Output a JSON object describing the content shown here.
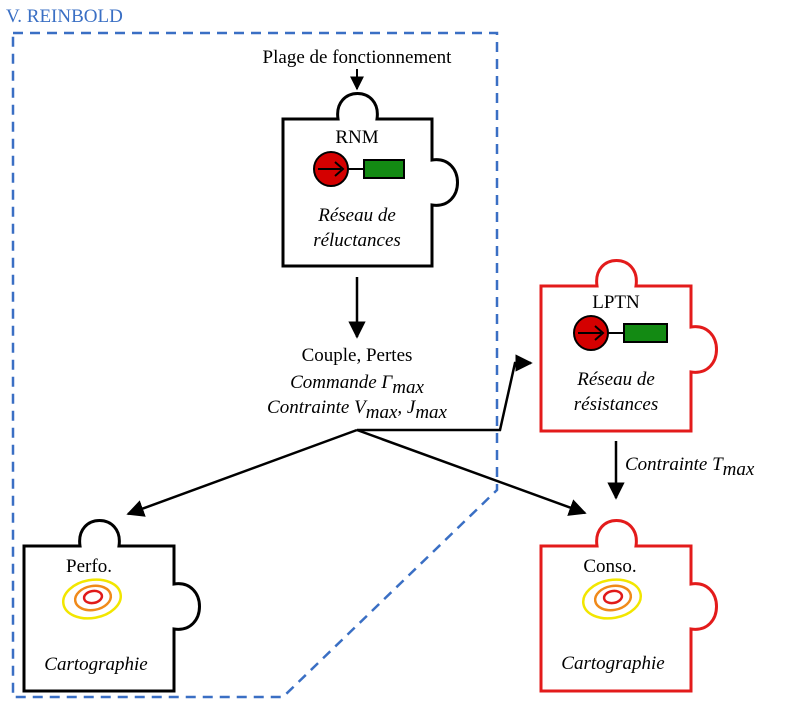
{
  "author": "V. REINBOLD",
  "top_input": "Plage de fonctionnement",
  "blocks": {
    "rnm": {
      "title": "RNM",
      "line1": "Réseau de",
      "line2": "réluctances"
    },
    "lptn": {
      "title": "LPTN",
      "line1": "Réseau de",
      "line2": "résistances"
    },
    "perfo": {
      "title": "Perfo.",
      "caption": "Cartographie"
    },
    "conso": {
      "title": "Conso.",
      "caption": "Cartographie"
    }
  },
  "outputs": {
    "line1": "Couple, Pertes",
    "line2_main": "Commande Γ",
    "line2_sub": "max",
    "line3_main": "Contrainte V",
    "line3_sub": "max",
    "line3_sep": ", J",
    "line3_sub2": "max"
  },
  "thermal": {
    "main": "Contrainte T",
    "sub": "max"
  },
  "colors": {
    "boundary": "#3a6fc4",
    "red_block": "#e31b1b",
    "black_block": "#000000",
    "circle_fill": "#d40000",
    "battery_fill": "#138a13",
    "contour_outer": "#f2e600",
    "contour_mid": "#f08a1a",
    "contour_inner": "#e01a1a"
  }
}
